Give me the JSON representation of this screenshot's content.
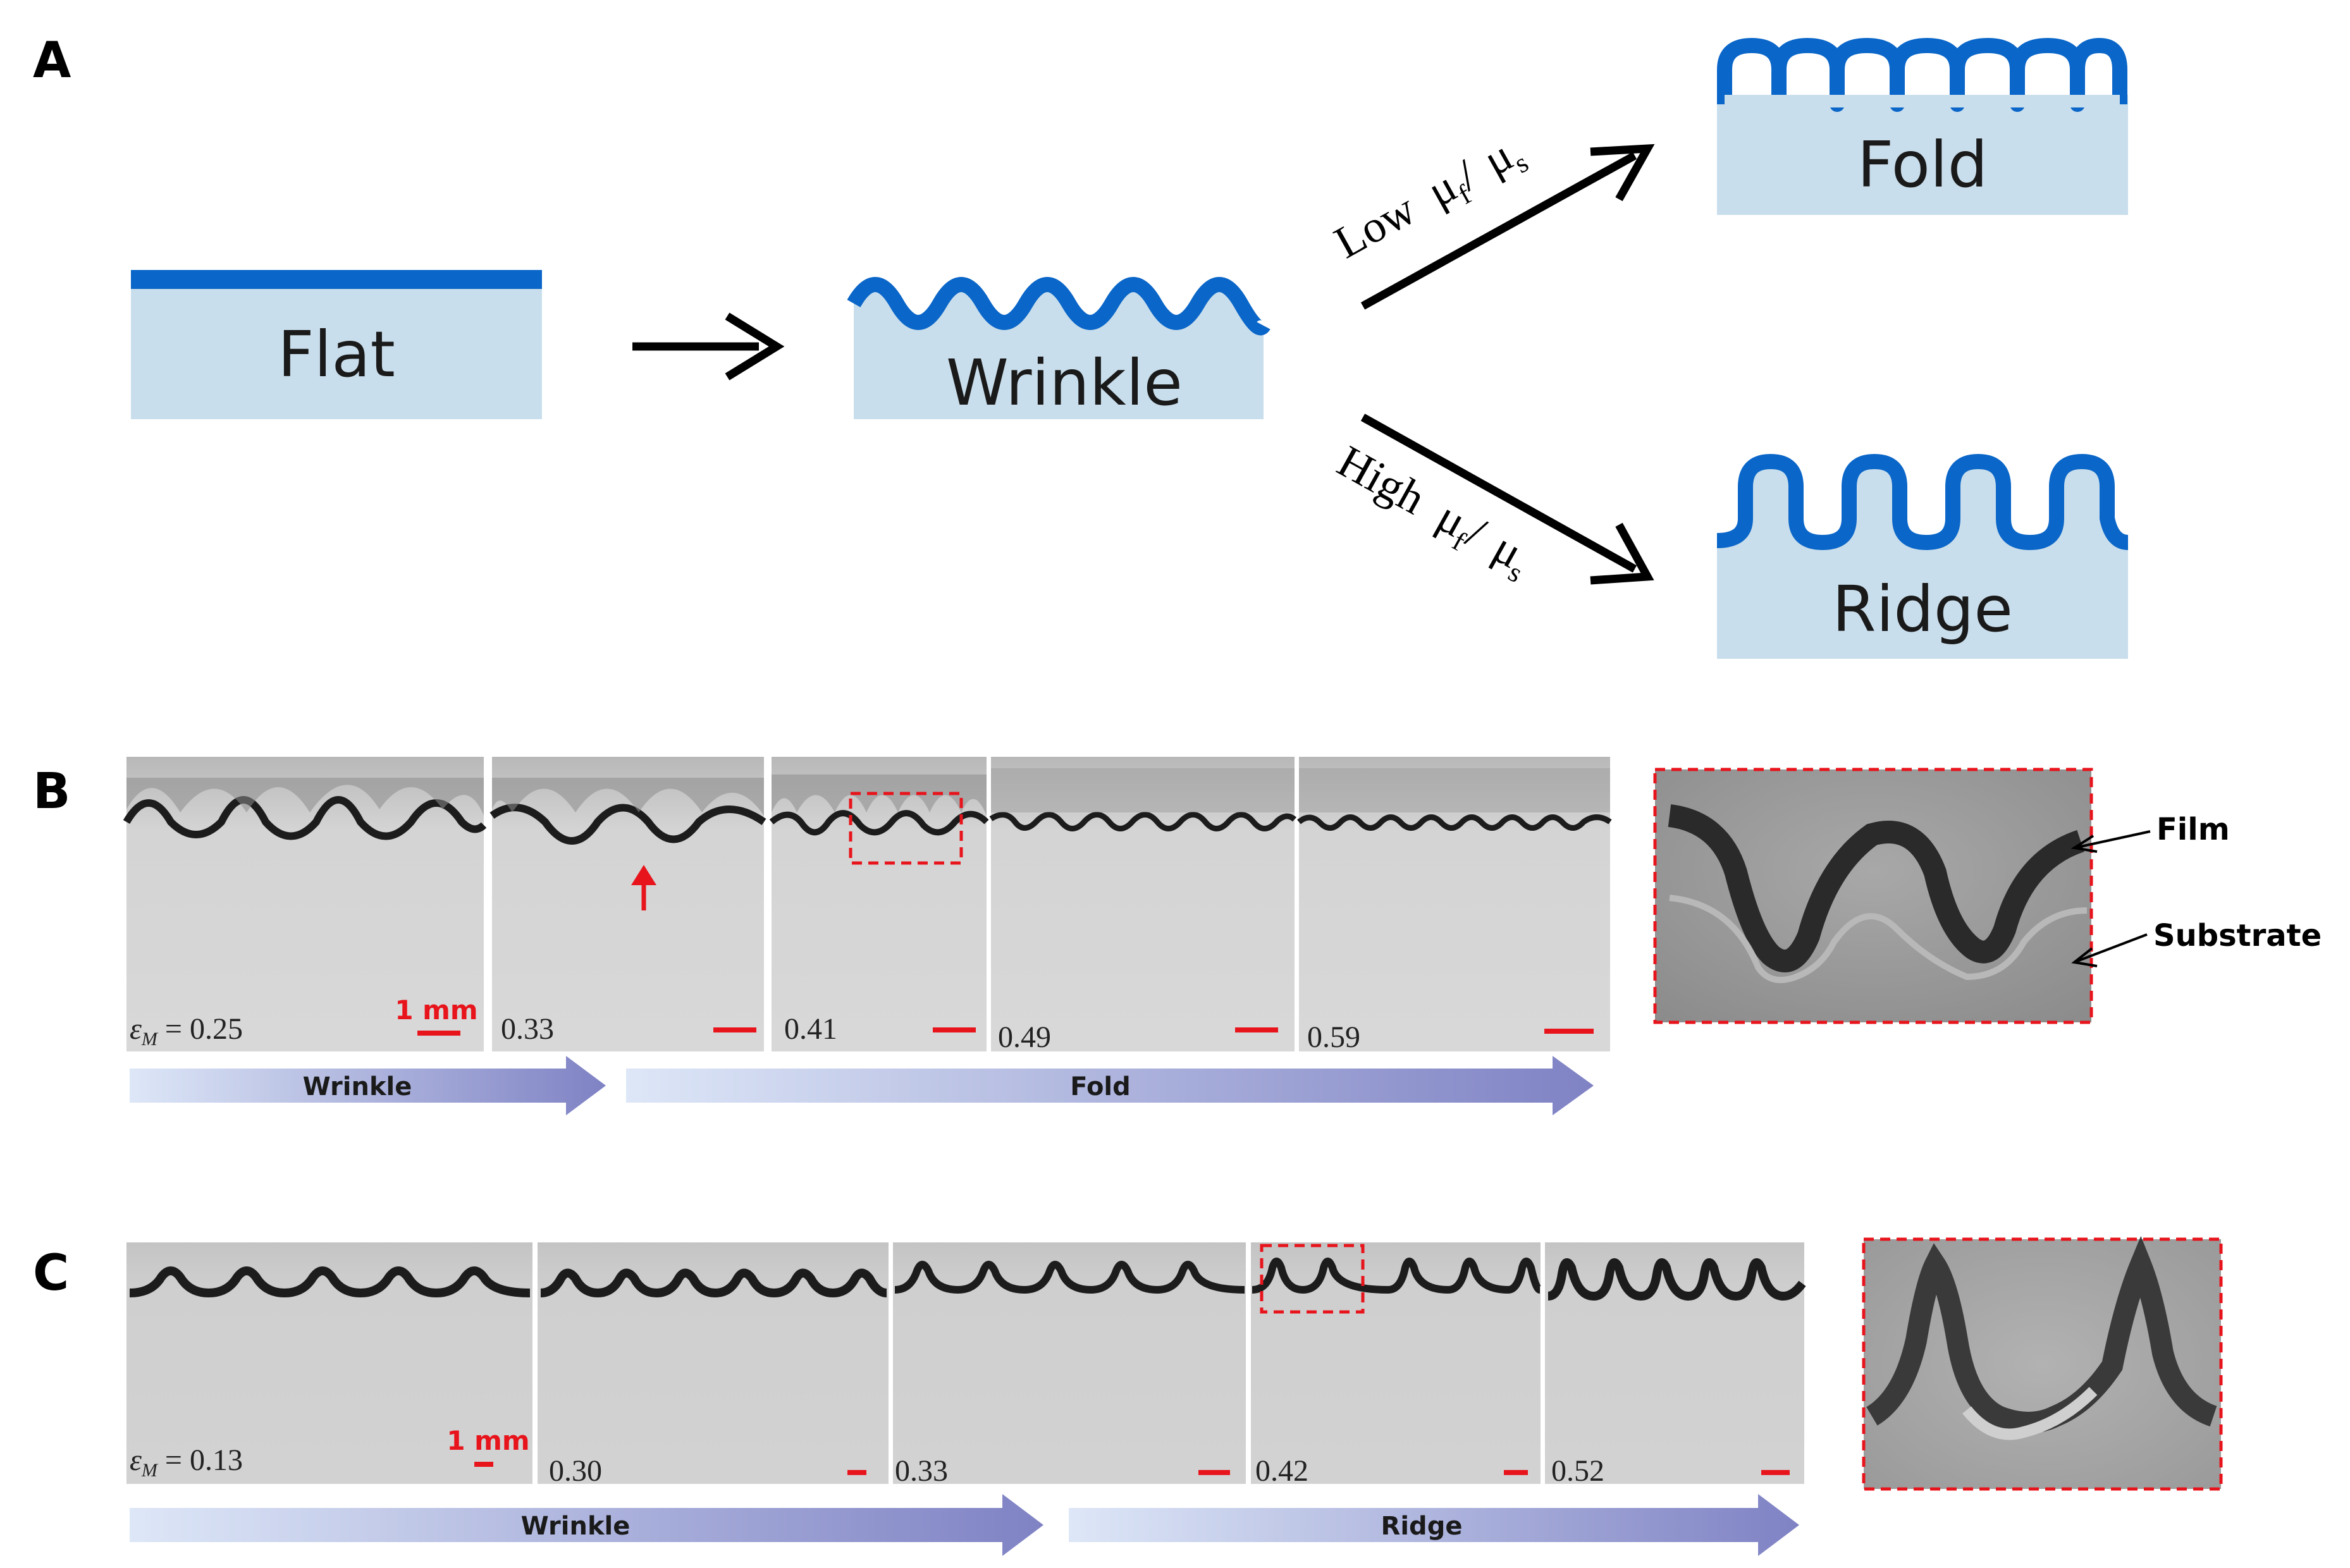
{
  "panels": {
    "a": {
      "letter": "A",
      "states": {
        "flat": "Flat",
        "wrinkle": "Wrinkle",
        "fold": "Fold",
        "ridge": "Ridge"
      },
      "arrow_low": {
        "word": "Low",
        "mu": "μ",
        "sub_f": "f",
        "slash": "/",
        "sub_s": "s"
      },
      "arrow_high": {
        "word": "High",
        "mu": "μ",
        "sub_f": "f",
        "slash": "/",
        "sub_s": "s"
      }
    },
    "b": {
      "letter": "B",
      "eps_symbol": "ε",
      "eps_sub": "M",
      "eps_eq": " = ",
      "strains": [
        "0.25",
        "0.33",
        "0.41",
        "0.49",
        "0.59"
      ],
      "scalebar": "1 mm",
      "stage_wrinkle": "Wrinkle",
      "stage_fold": "Fold",
      "film_label": "Film",
      "substrate_label": "Substrate"
    },
    "c": {
      "letter": "C",
      "eps_symbol": "ε",
      "eps_sub": "M",
      "eps_eq": " = ",
      "strains": [
        "0.13",
        "0.30",
        "0.33",
        "0.42",
        "0.52"
      ],
      "scalebar": "1 mm",
      "stage_wrinkle": "Wrinkle",
      "stage_ridge": "Ridge"
    }
  },
  "colors": {
    "film": "#0a66c8",
    "substrate": "#c9deec",
    "scalebar": "#e8141c",
    "dashed_box": "#e8141c",
    "stage_arrow_start": "#dde7f7",
    "stage_arrow_end": "#7f82c4"
  }
}
